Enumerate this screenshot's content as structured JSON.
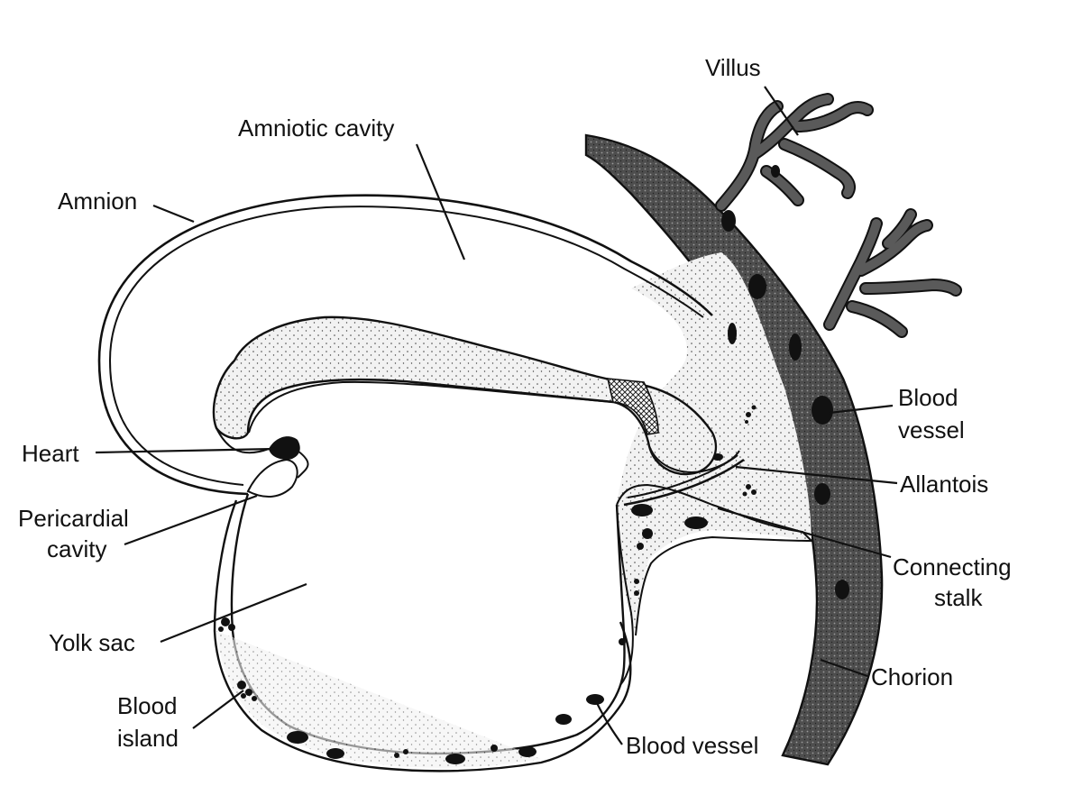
{
  "labels": {
    "villus": "Villus",
    "amniotic_cavity": "Amniotic cavity",
    "amnion": "Amnion",
    "heart": "Heart",
    "pericardial_cavity_line1": "Pericardial",
    "pericardial_cavity_line2": "cavity",
    "yolk_sac": "Yolk sac",
    "blood_island_line1": "Blood",
    "blood_island_line2": "island",
    "blood_vessel_bottom": "Blood vessel",
    "blood_vessel_right_line1": "Blood",
    "blood_vessel_right_line2": "vessel",
    "allantois": "Allantois",
    "connecting_stalk_line1": "Connecting",
    "connecting_stalk_line2": "stalk",
    "chorion": "Chorion"
  },
  "colors": {
    "ink": "#111111",
    "chorion_fill": "#555555",
    "mesoderm_fill": "#e9e9e9",
    "background": "#ffffff"
  }
}
